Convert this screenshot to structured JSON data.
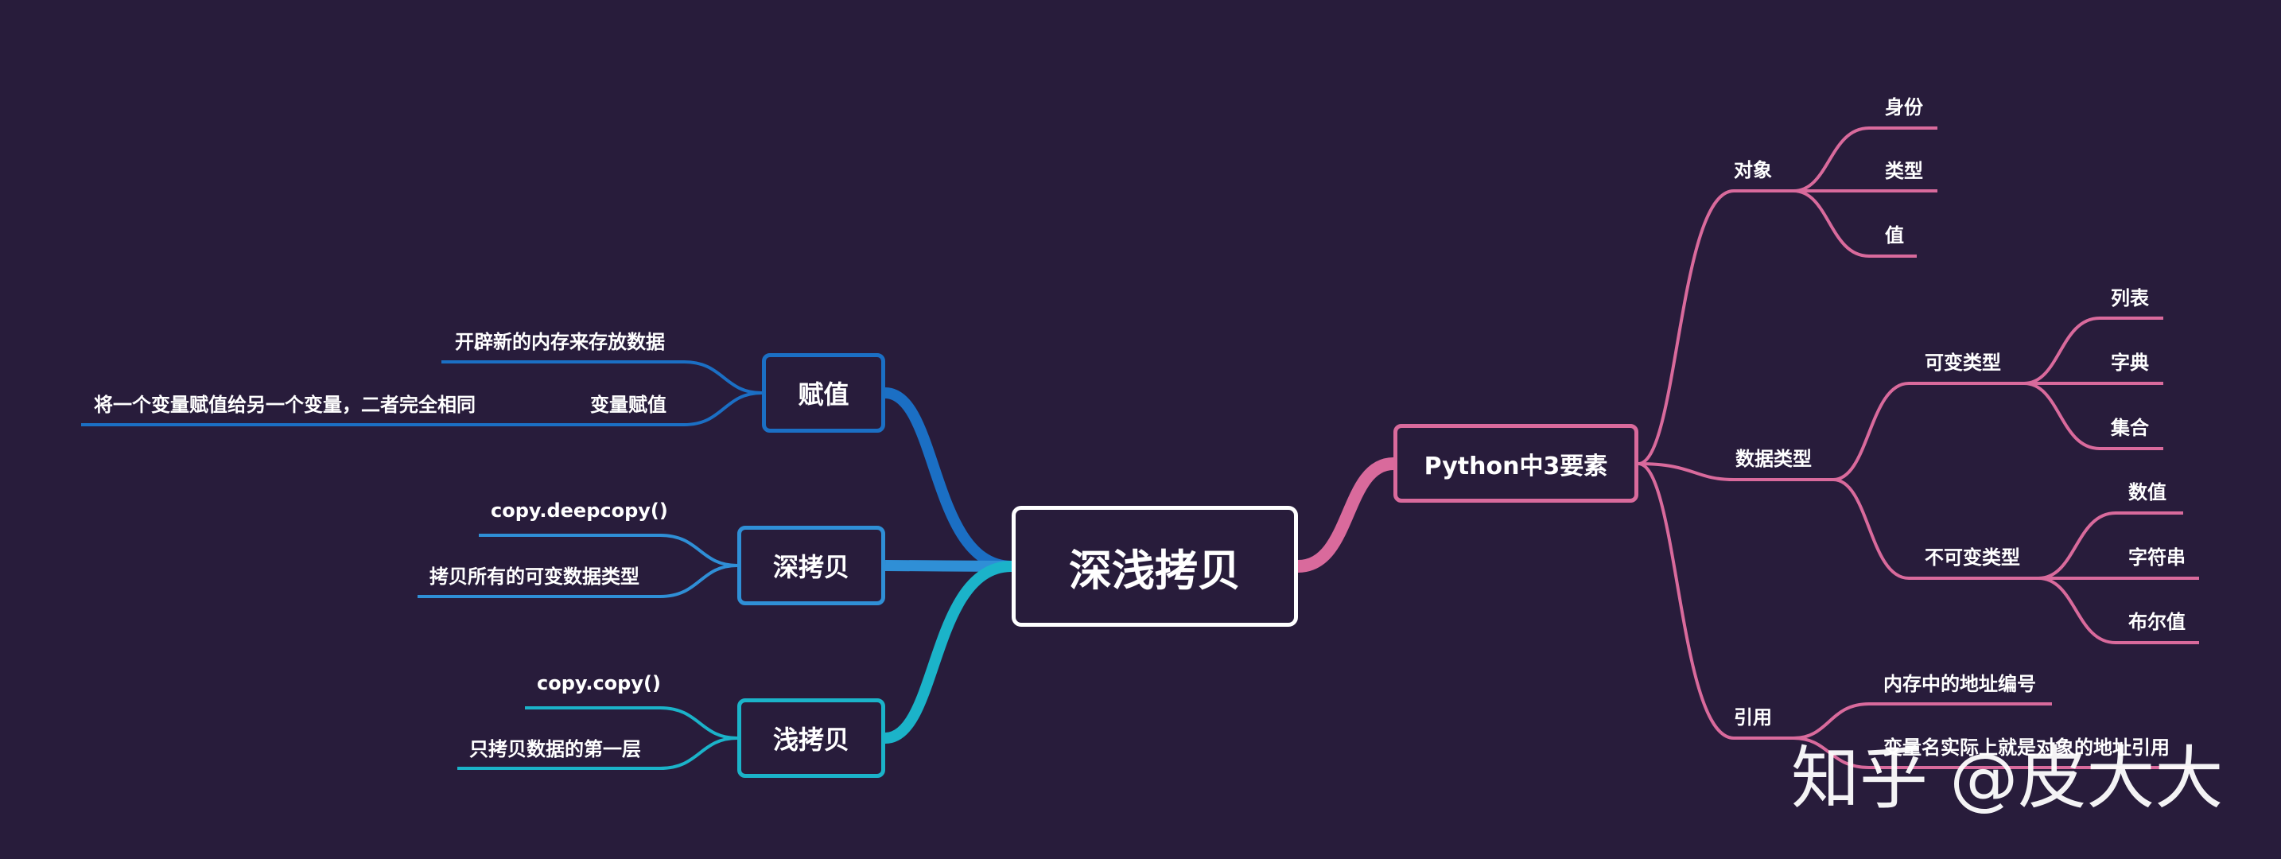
{
  "mindmap": {
    "root": "深浅拷贝",
    "right": {
      "title": "Python中3要素",
      "object": {
        "label": "对象",
        "children": [
          "身份",
          "类型",
          "值"
        ]
      },
      "datatype": {
        "label": "数据类型",
        "mutable": {
          "label": "可变类型",
          "children": [
            "列表",
            "字典",
            "集合"
          ]
        },
        "immutable": {
          "label": "不可变类型",
          "children": [
            "数值",
            "字符串",
            "布尔值"
          ]
        }
      },
      "reference": {
        "label": "引用",
        "children": [
          "内存中的地址编号",
          "变量名实际上就是对象的地址引用"
        ]
      }
    },
    "left": {
      "assign": {
        "label": "赋值",
        "children": [
          "开辟新的内存来存放数据",
          "变量赋值"
        ],
        "note": "将一个变量赋值给另一个变量，二者完全相同"
      },
      "deep": {
        "label": "深拷贝",
        "children": [
          "copy.deepcopy()",
          "拷贝所有的可变数据类型"
        ]
      },
      "shallow": {
        "label": "浅拷贝",
        "children": [
          "copy.copy()",
          "只拷贝数据的第一层"
        ]
      }
    }
  },
  "colors": {
    "background": "#281c3b",
    "root_border": "#ffffff",
    "python_branch": "#d96a9c",
    "assign_branch": "#1b6fc4",
    "deep_branch": "#2f8fd6",
    "shallow_branch": "#1bb3c9"
  },
  "watermark": "知乎 @皮大大"
}
